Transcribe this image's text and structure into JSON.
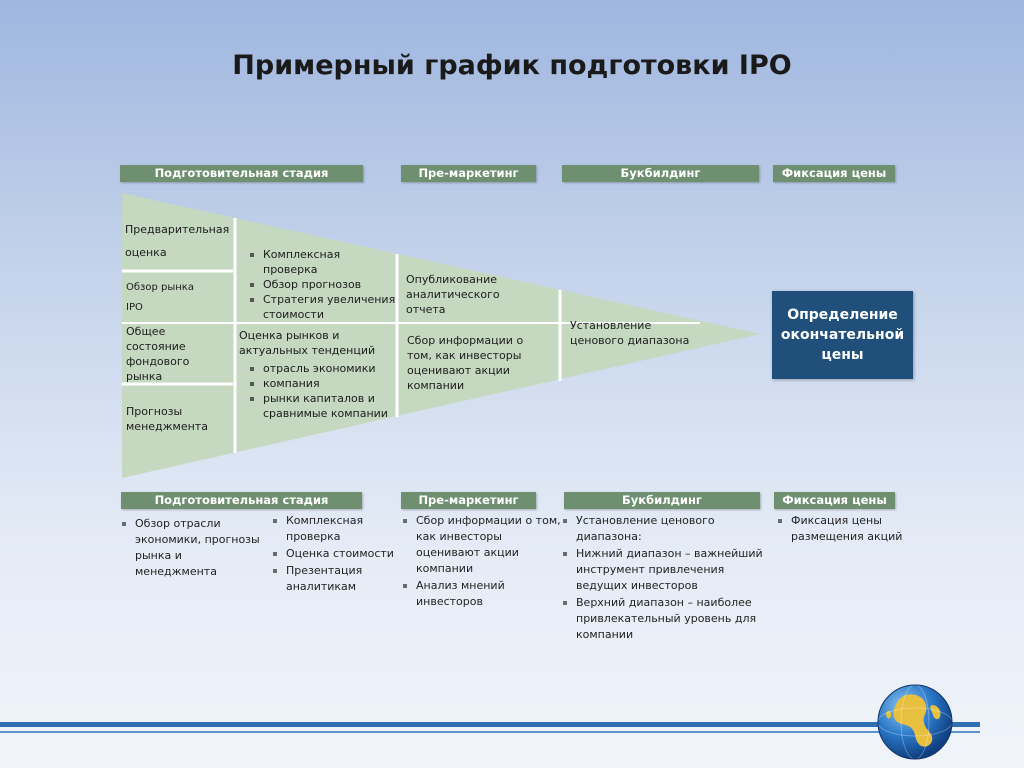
{
  "title": "Примерный график подготовки IPO",
  "phases": {
    "prep": "Подготовительная стадия",
    "premarketing": "Пре-маркетинг",
    "bookbuilding": "Букбилдинг",
    "pricing": "Фиксация цены"
  },
  "funnel": {
    "col1": {
      "item1": "Предварительная",
      "item1b": "оценка",
      "item2": "Обзор рынка",
      "item2b": "IPO",
      "item3": "Общее состояние фондового рынка",
      "item4": "Прогнозы менеджмента"
    },
    "col2": {
      "top": [
        "Комплексная проверка",
        "Обзор прогнозов",
        "Стратегия увеличения стоимости"
      ],
      "mid_title": "Оценка рынков и актуальных тенденций",
      "bottom": [
        "отрасль экономики",
        "компания",
        "рынки капиталов и сравнимые компании"
      ]
    },
    "col3": {
      "top": "Опубликование аналитического отчета",
      "bottom": "Сбор информации о том, как инвесторы оценивают акции компании"
    },
    "col4": {
      "text": "Установление ценового диапазона"
    },
    "final": "Определение окончательной цены"
  },
  "details": {
    "prep_a": [
      "Обзор отрасли экономики, прогнозы рынка и менеджмента"
    ],
    "prep_b": [
      "Комплексная проверка",
      "Оценка стоимости",
      "Презентация аналитикам"
    ],
    "premarketing": [
      "Сбор информации о том, как инвесторы оценивают акции компании",
      "Анализ мнений инвесторов"
    ],
    "bookbuilding": [
      "Установление ценового диапазона:",
      "Нижний диапазон – важнейший инструмент привлечения ведущих инвесторов",
      "Верхний диапазон – наиболее привлекательный уровень для компании"
    ],
    "pricing": [
      "Фиксация цены размещения акций"
    ]
  },
  "colors": {
    "phase_bar": "#6f8f71",
    "funnel_fill": "#c5d9c0",
    "final_box": "#1f4f7a",
    "stripe": "#2f6fb3"
  }
}
